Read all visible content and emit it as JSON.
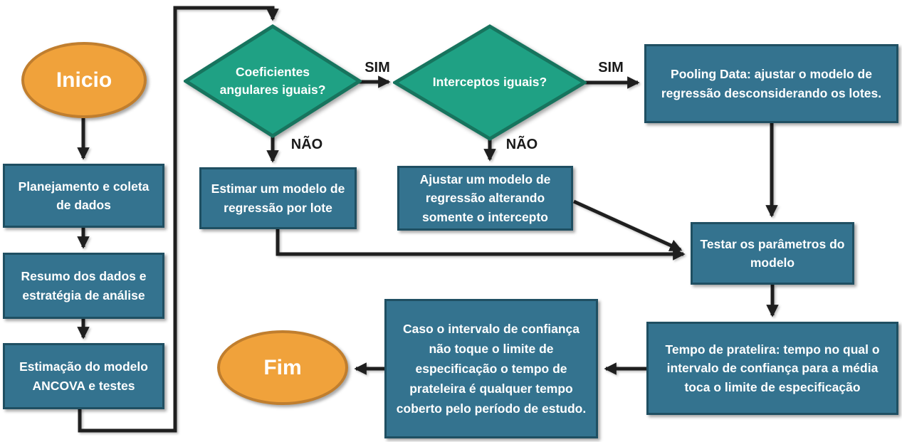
{
  "colors": {
    "process_fill": "#34738F",
    "process_border": "#1F4F62",
    "decision_fill": "#1FA184",
    "decision_border": "#17745E",
    "terminator_fill": "#F0A23B",
    "terminator_border": "#C07E2E",
    "arrow": "#1F1F1F",
    "node_text": "#FFFFFF",
    "edge_label_text": "#1A1A1A",
    "canvas_bg": "#FFFFFF"
  },
  "nodes": {
    "inicio": {
      "type": "terminator",
      "label": "Inicio"
    },
    "planejamento": {
      "type": "process",
      "label": "Planejamento e coleta de dados"
    },
    "resumo": {
      "type": "process",
      "label": "Resumo dos dados e estratégia de análise"
    },
    "estimacao": {
      "type": "process",
      "label": "Estimação do modelo ANCOVA e testes"
    },
    "coeficientes": {
      "type": "decision",
      "label": "Coeficientes angulares iguais?"
    },
    "interceptos": {
      "type": "decision",
      "label": "Interceptos iguais?"
    },
    "pooling": {
      "type": "process",
      "label": "Pooling Data: ajustar o modelo de regressão desconsiderando os lotes."
    },
    "estimar": {
      "type": "process",
      "label": "Estimar um modelo de regressão por lote"
    },
    "ajustar": {
      "type": "process",
      "label": "Ajustar um modelo de regressão alterando somente o intercepto"
    },
    "testar": {
      "type": "process",
      "label": "Testar os parâmetros do modelo"
    },
    "tempo": {
      "type": "process",
      "label": "Tempo de pratelira: tempo no qual o intervalo de confiança para a média toca o limite de especificação"
    },
    "caso": {
      "type": "process",
      "label": "Caso o intervalo de confiança não toque o limite de especificação o tempo de prateleira é qualquer tempo coberto pelo período de estudo."
    },
    "fim": {
      "type": "terminator",
      "label": "Fim"
    }
  },
  "edge_labels": {
    "sim1": "SIM",
    "nao1": "NÃO",
    "sim2": "SIM",
    "nao2": "NÃO"
  }
}
